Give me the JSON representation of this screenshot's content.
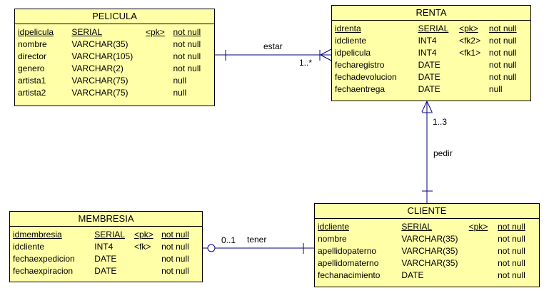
{
  "entities": {
    "pelicula": {
      "title": "PELICULA",
      "rows": [
        {
          "name": "idpelicula",
          "type": "SERIAL",
          "key": "<pk>",
          "null": "not null"
        },
        {
          "name": "nombre",
          "type": "VARCHAR(35)",
          "key": "",
          "null": "not null"
        },
        {
          "name": "director",
          "type": "VARCHAR(105)",
          "key": "",
          "null": "not null"
        },
        {
          "name": "genero",
          "type": "VARCHAR(2)",
          "key": "",
          "null": "not null"
        },
        {
          "name": "artista1",
          "type": "VARCHAR(75)",
          "key": "",
          "null": "null"
        },
        {
          "name": "artista2",
          "type": "VARCHAR(75)",
          "key": "",
          "null": "null"
        }
      ]
    },
    "renta": {
      "title": "RENTA",
      "rows": [
        {
          "name": "idrenta",
          "type": "SERIAL",
          "key": "<pk>",
          "null": "not null"
        },
        {
          "name": "idcliente",
          "type": "INT4",
          "key": "<fk2>",
          "null": "not null"
        },
        {
          "name": "idpelicula",
          "type": "INT4",
          "key": "<fk1>",
          "null": "not null"
        },
        {
          "name": "fecharegistro",
          "type": "DATE",
          "key": "",
          "null": "not null"
        },
        {
          "name": "fechadevolucion",
          "type": "DATE",
          "key": "",
          "null": "not null"
        },
        {
          "name": "fechaentrega",
          "type": "DATE",
          "key": "",
          "null": "null"
        }
      ]
    },
    "membresia": {
      "title": "MEMBRESIA",
      "rows": [
        {
          "name": "idmembresia",
          "type": "SERIAL",
          "key": "<pk>",
          "null": "not null"
        },
        {
          "name": "idcliente",
          "type": "INT4",
          "key": "<fk>",
          "null": "not null"
        },
        {
          "name": "fechaexpedicion",
          "type": "DATE",
          "key": "",
          "null": "not null"
        },
        {
          "name": "fechaexpiracion",
          "type": "DATE",
          "key": "",
          "null": "not null"
        }
      ]
    },
    "cliente": {
      "title": "CLIENTE",
      "rows": [
        {
          "name": "idcliente",
          "type": "SERIAL",
          "key": "<pk>",
          "null": "not null"
        },
        {
          "name": "nombre",
          "type": "VARCHAR(35)",
          "key": "",
          "null": "not null"
        },
        {
          "name": "apellidopaterno",
          "type": "VARCHAR(35)",
          "key": "",
          "null": "not null"
        },
        {
          "name": "apellidomaterno",
          "type": "VARCHAR(35)",
          "key": "",
          "null": "not null"
        },
        {
          "name": "fechanacimiento",
          "type": "DATE",
          "key": "",
          "null": "not null"
        }
      ]
    }
  },
  "relationships": {
    "estar": {
      "label": "estar",
      "cardinality": "1..*"
    },
    "pedir": {
      "label": "pedir",
      "cardinality": "1..3"
    },
    "tener": {
      "label": "tener",
      "cardinality": "0..1"
    }
  },
  "colors": {
    "entity_fill": "#ffffa8",
    "line": "#000080"
  }
}
